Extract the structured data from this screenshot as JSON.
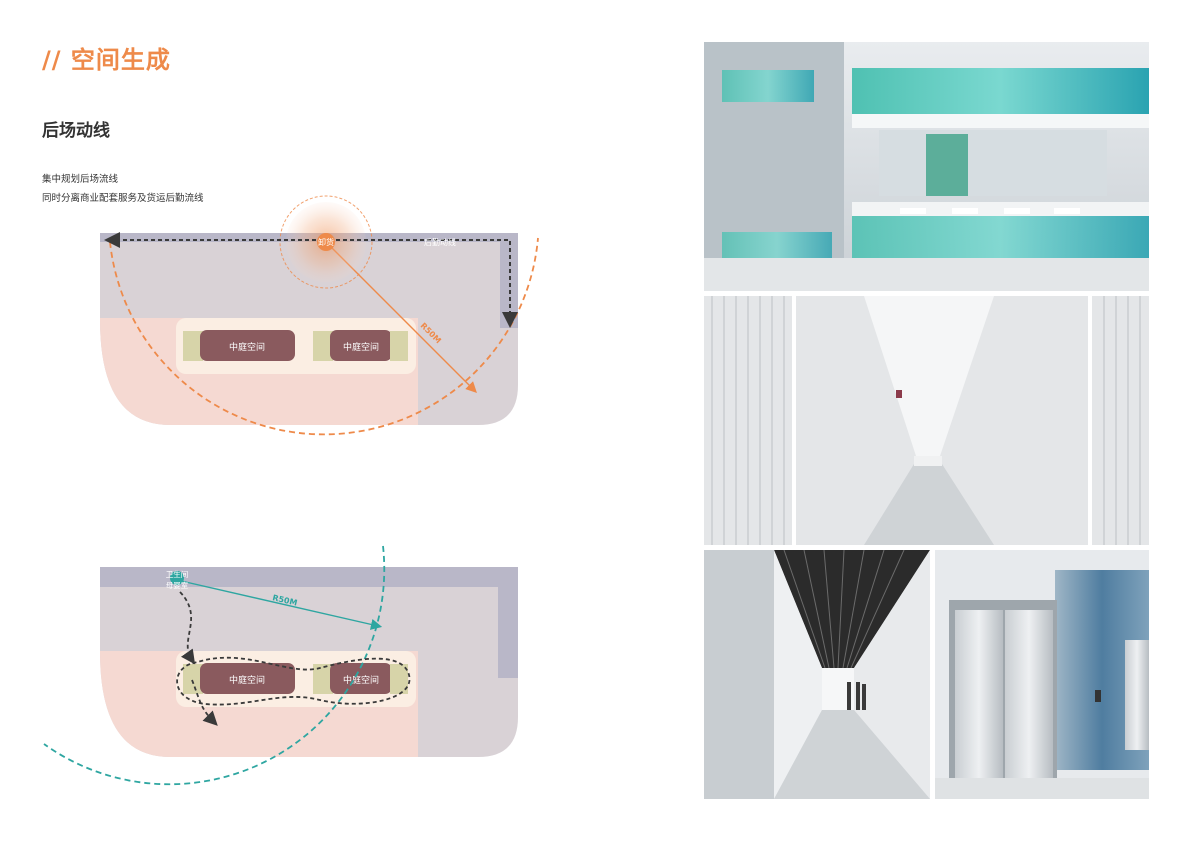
{
  "header": {
    "section_title": "// 空间生成",
    "subtitle": "后场动线",
    "description": [
      "集中规划后场流线",
      "同时分离商业配套服务及货运后勤流线"
    ]
  },
  "diagram_top": {
    "node_label": "卸货",
    "path_label": "后勤动线",
    "radius_label": "R50M",
    "room_labels": [
      "中庭空间",
      "中庭空间"
    ],
    "colors": {
      "radius": "#ee8a4a",
      "path": "#3a3a3a"
    }
  },
  "diagram_bottom": {
    "node_label": "卫生间",
    "node_label_2": "母婴室",
    "radius_label": "R50M",
    "room_labels": [
      "中庭空间",
      "中庭空间"
    ],
    "colors": {
      "radius": "#2ea6a1",
      "path": "#3a3a3a"
    }
  },
  "photos": [
    {
      "name": "restroom-photo",
      "icon": "interior-photo"
    },
    {
      "name": "corridor-photo",
      "icon": "interior-photo"
    },
    {
      "name": "hallway-photo",
      "icon": "interior-photo"
    },
    {
      "name": "elevator-photo",
      "icon": "interior-photo"
    }
  ],
  "colors": {
    "accent": "#ee8a4a",
    "teal": "#2ea6a1",
    "floor_grey": "#d9d2d6",
    "floor_pink": "#f5d9d2",
    "bar_grey": "#b9b7c8",
    "room": "#8a5a5e",
    "room_side": "#d7d4a9"
  }
}
